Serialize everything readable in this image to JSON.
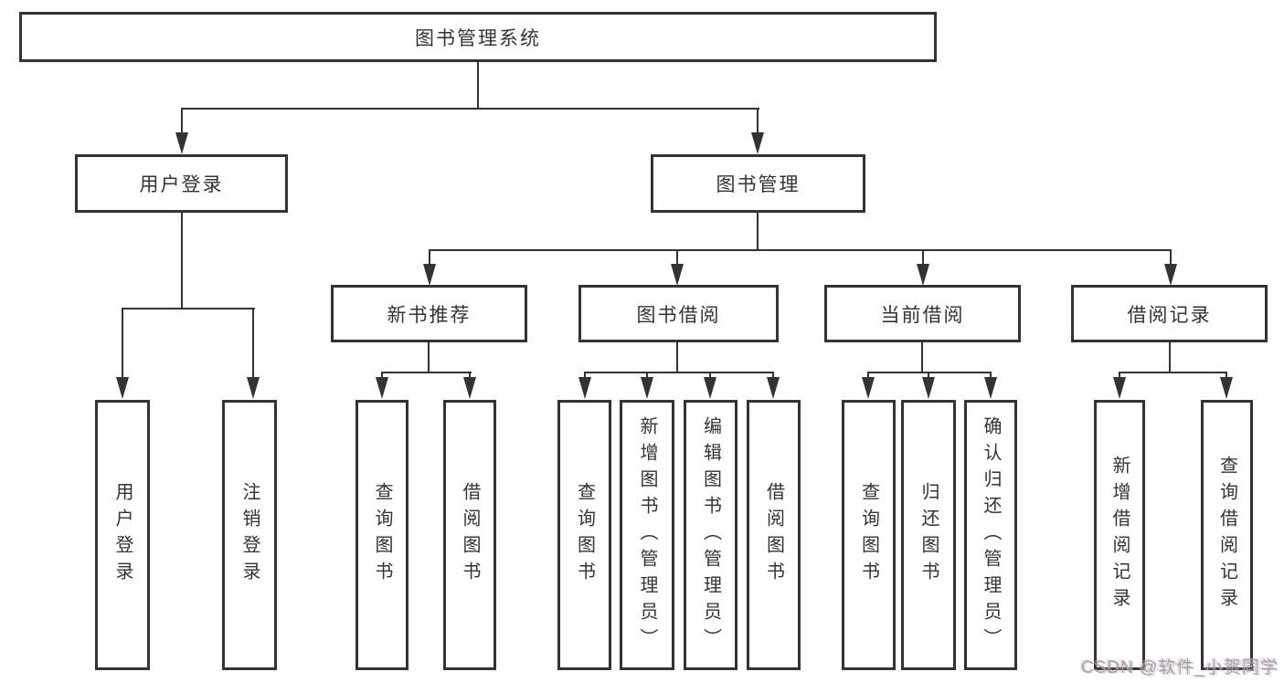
{
  "diagram": {
    "root": {
      "label": "图书管理系统"
    },
    "level2": [
      {
        "label": "用户登录"
      },
      {
        "label": "图书管理"
      }
    ],
    "level3": [
      {
        "label": "新书推荐"
      },
      {
        "label": "图书借阅"
      },
      {
        "label": "当前借阅"
      },
      {
        "label": "借阅记录"
      }
    ],
    "leaves": [
      {
        "label": "用户登录"
      },
      {
        "label": "注销登录"
      },
      {
        "label": "查询图书"
      },
      {
        "label": "借阅图书"
      },
      {
        "label": "查询图书"
      },
      {
        "label": "新增图书（管理员）"
      },
      {
        "label": "编辑图书（管理员）"
      },
      {
        "label": "借阅图书"
      },
      {
        "label": "查询图书"
      },
      {
        "label": "归还图书"
      },
      {
        "label": "确认归还（管理员）"
      },
      {
        "label": "新增借阅记录"
      },
      {
        "label": "查询借阅记录"
      }
    ]
  },
  "watermark": {
    "text": "CSDN @软件_小贺同学"
  },
  "colors": {
    "line": "#333333",
    "text": "#333333",
    "watermark": "#a3a3a3"
  }
}
